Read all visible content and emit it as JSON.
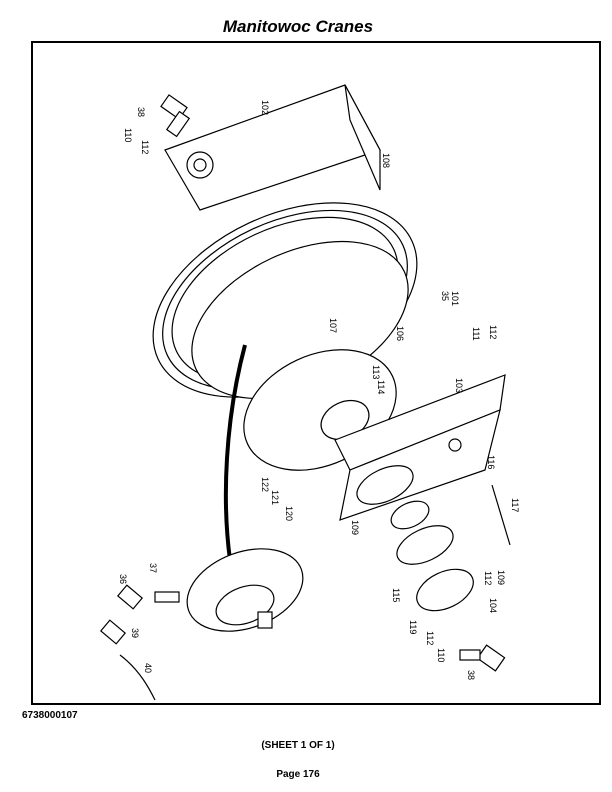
{
  "header": {
    "title": "Manitowoc Cranes"
  },
  "footer": {
    "doc_number": "6738000107",
    "sheet": "(SHEET 1 OF 1)",
    "page": "Page 176"
  },
  "diagram": {
    "part_labels": [
      "38",
      "102",
      "110",
      "112",
      "108",
      "35",
      "101",
      "107",
      "106",
      "111",
      "112",
      "113",
      "114",
      "103",
      "116",
      "117",
      "122",
      "121",
      "120",
      "109",
      "115",
      "112",
      "109",
      "104",
      "119",
      "112",
      "110",
      "38",
      "36",
      "37",
      "39",
      "40"
    ]
  }
}
